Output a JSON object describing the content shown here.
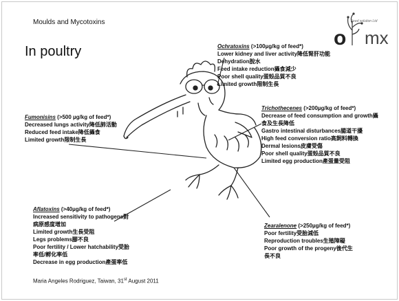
{
  "slide": {
    "topic": "Moulds and Mycotoxins",
    "title": "In poultry",
    "footer_author": "Maria Angeles Rodriguez, Taiwan, 31",
    "footer_sup": "st",
    "footer_date": " August 2011"
  },
  "logo": {
    "letter_o": "o",
    "letters_mx": "mx",
    "tagline": "Feed solution Ltd"
  },
  "ochratoxins": {
    "name": "Ochratoxins",
    "threshold": " (>100µg/kg of feed*)",
    "effects": [
      "Lower kidney and liver activity降低腎肝功能",
      "Dehydration脫水",
      "Feed intake reduction攝食減少",
      "Poor shell quality蛋殼品質不良",
      "Limited growth限制生長"
    ]
  },
  "fumonisins": {
    "name": "Fumonisins",
    "threshold": " (>500 µg/kg of feed*)",
    "effects": [
      "Decreased lungs activity降低肺活動",
      "Reduced feed intake降低攝食",
      "Limited growth限制生長"
    ]
  },
  "trichothecenes": {
    "name": "Trichothecenes",
    "threshold": " (>200µg/kg of feed*)",
    "effects": [
      "Decrease of feed consumption and growth攝",
      "食及生長降低",
      "Gastro intestinal disturbances腸道干擾",
      "High feed conversion ratio高飼料轉換",
      "Dermal lesions皮膚受傷",
      "Poor shell quality蛋殼品質不良",
      "Limited egg production產蛋量受阻"
    ]
  },
  "aflatoxins": {
    "name": "Aflatoxins",
    "threshold": " (>40µg/kg of feed*)",
    "effects": [
      "Increased sensitivity to pathogens對",
      "病原感度增加",
      "Limited growth生長受阻",
      "Legs problems腳不良",
      "Poor fertility / Lower hatchability受胎",
      "率低/孵化率低",
      "Decrease in egg production產蛋率低"
    ]
  },
  "zearalenone": {
    "name": "Zearalenone",
    "threshold": " (>250µg/kg of feed*)",
    "effects": [
      "Poor fertility受胎減低",
      "Reproduction troubles生殖障礙",
      "Poor growth of the progeny後代生",
      "長不良"
    ]
  }
}
